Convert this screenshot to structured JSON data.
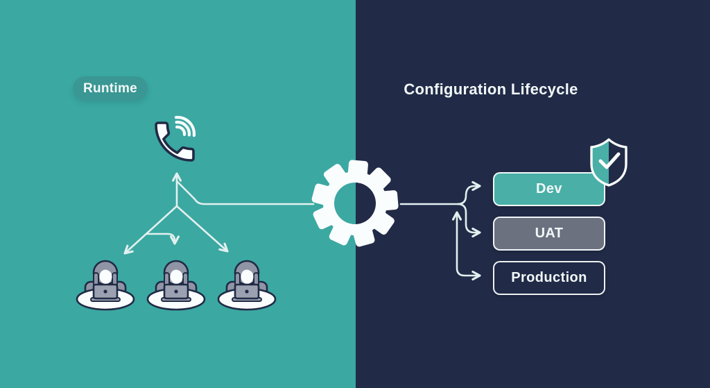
{
  "diagram": {
    "left": {
      "badge_label": "Runtime",
      "icons": {
        "phone": "phone-call-icon",
        "agents": [
          "agent-desk-icon",
          "agent-desk-icon",
          "agent-desk-icon"
        ]
      }
    },
    "right": {
      "title": "Configuration Lifecycle",
      "stages": [
        {
          "label": "Dev"
        },
        {
          "label": "UAT"
        },
        {
          "label": "Production"
        }
      ],
      "shield": "shield-check-icon"
    },
    "center": {
      "gear": "gear-icon"
    }
  },
  "colors": {
    "teal_bg": "#3BA8A2",
    "navy_bg": "#212B47",
    "badge_fill": "#3A9793",
    "dev_fill": "#49AFA7",
    "uat_fill": "#6C7180",
    "prod_fill": "#212B47",
    "line": "#E3F0EF",
    "outline": "#202A45",
    "text_light": "#F2F8F8",
    "person_gray": "#8F95A5",
    "laptop_gray": "#9BA1B0",
    "white": "#FAFDFD"
  }
}
